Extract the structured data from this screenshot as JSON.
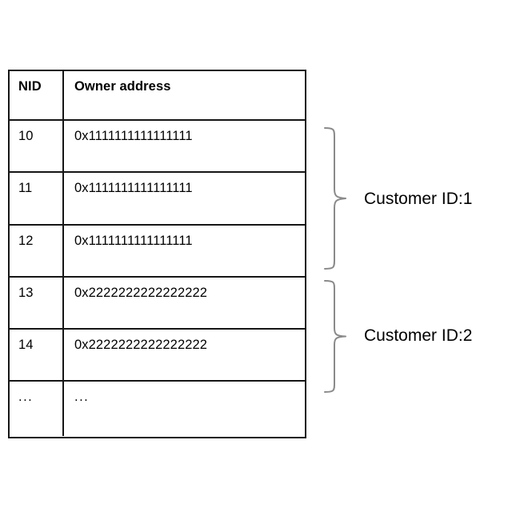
{
  "figure": {
    "type": "table-diagram",
    "background_color": "#ffffff",
    "line_color": "#161616",
    "text_color": "#000000"
  },
  "table": {
    "columns": [
      "NID",
      "Owner address"
    ],
    "rows": [
      {
        "nid": "10",
        "owner_address": "0x1111111111111111"
      },
      {
        "nid": "11",
        "owner_address": "0x1111111111111111"
      },
      {
        "nid": "12",
        "owner_address": "0x1111111111111111"
      },
      {
        "nid": "13",
        "owner_address": "0x2222222222222222"
      },
      {
        "nid": "14",
        "owner_address": "0x2222222222222222"
      },
      {
        "nid": "...",
        "owner_address": "..."
      }
    ]
  },
  "annotations": [
    {
      "label": "Customer ID:1",
      "spans_rows": [
        "10",
        "11",
        "12"
      ],
      "brace_side": "right"
    },
    {
      "label": "Customer ID:2",
      "spans_rows": [
        "13",
        "14"
      ],
      "brace_side": "right"
    }
  ]
}
